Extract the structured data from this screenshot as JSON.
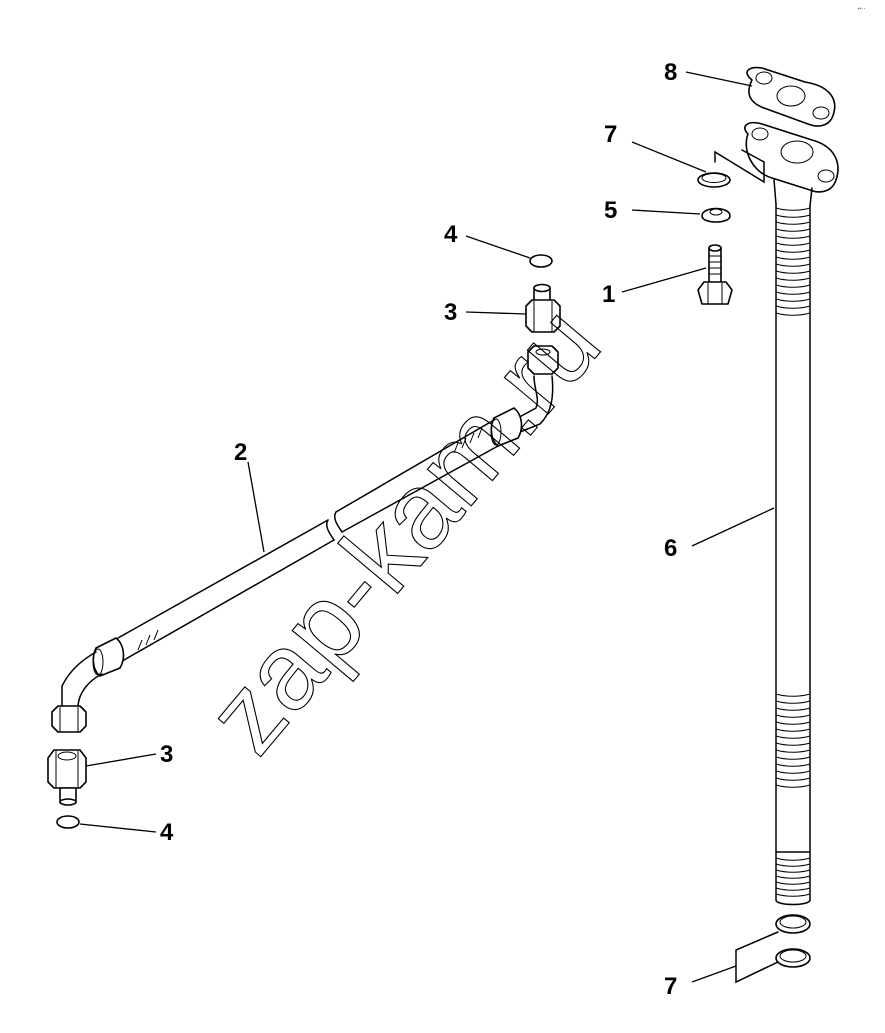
{
  "diagram": {
    "corner_mark": "⌐··",
    "watermark": "zap-kam.ru",
    "callouts": [
      {
        "id": "callout-8",
        "label": "8"
      },
      {
        "id": "callout-7-top",
        "label": "7"
      },
      {
        "id": "callout-5",
        "label": "5"
      },
      {
        "id": "callout-1",
        "label": "1"
      },
      {
        "id": "callout-4-top",
        "label": "4"
      },
      {
        "id": "callout-3-top",
        "label": "3"
      },
      {
        "id": "callout-2",
        "label": "2"
      },
      {
        "id": "callout-6",
        "label": "6"
      },
      {
        "id": "callout-3-bottom",
        "label": "3"
      },
      {
        "id": "callout-4-bottom",
        "label": "4"
      },
      {
        "id": "callout-7-bottom",
        "label": "7"
      }
    ]
  }
}
